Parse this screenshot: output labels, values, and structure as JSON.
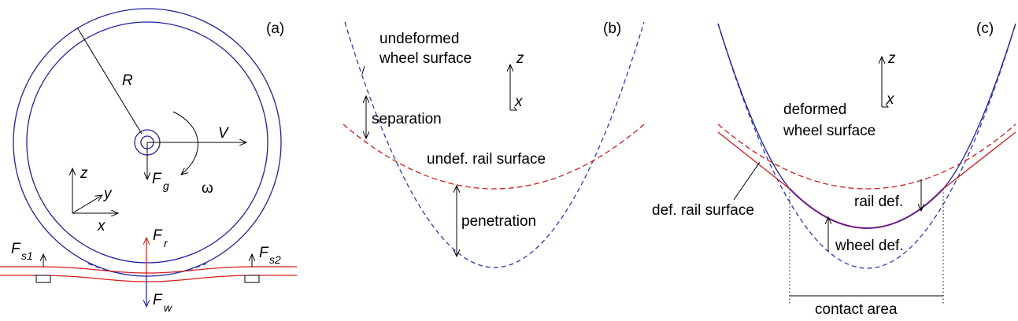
{
  "panels": {
    "a": {
      "tag": "(a)",
      "radius": "R",
      "velocity": "V",
      "gravity_main": "F",
      "gravity_sub": "g",
      "omega": "ω",
      "axis_z": "z",
      "axis_y": "y",
      "axis_x": "x",
      "force_r_main": "F",
      "force_r_sub": "r",
      "force_w_main": "F",
      "force_w_sub": "w",
      "spring1_main": "F",
      "spring1_sub": "s1",
      "spring2_main": "F",
      "spring2_sub": "s2"
    },
    "b": {
      "tag": "(b)",
      "undeformed_line1": "undeformed",
      "undeformed_line2": "wheel surface",
      "separation": "separation",
      "undef_rail": "undef. rail surface",
      "penetration": "penetration",
      "axis_z": "z",
      "axis_x": "x"
    },
    "c": {
      "tag": "(c)",
      "deformed_line1": "deformed",
      "deformed_line2": "wheel surface",
      "def_rail": "def. rail surface",
      "rail_def": "rail def.",
      "wheel_def": "wheel def.",
      "contact_area": "contact area",
      "axis_z": "z",
      "axis_x": "x"
    }
  }
}
